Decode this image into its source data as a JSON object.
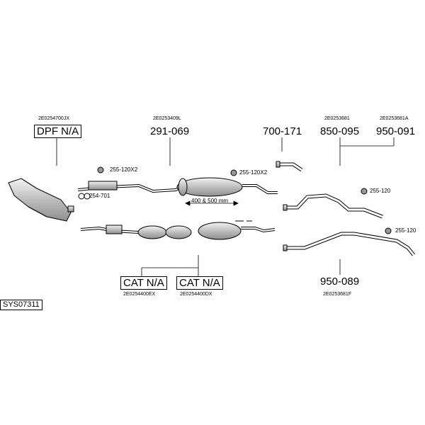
{
  "system_code": "SYS07311",
  "parts": {
    "dpf": {
      "oe": "2E0254700JX",
      "label": "DPF N/A"
    },
    "middle": {
      "oe": "2E0253409L",
      "label": "291-069"
    },
    "tailpipe": {
      "label": "700-171"
    },
    "rear_a": {
      "oe": "2E0253681",
      "label": "850-095"
    },
    "rear_b": {
      "oe": "2E0253681A",
      "label": "950-091"
    },
    "rear_c": {
      "oe": "2E0253681F",
      "label": "950-089"
    },
    "cat_a": {
      "oe": "2E0254400EX",
      "label": "CAT N/A"
    },
    "cat_b": {
      "oe": "2E0254400DX",
      "label": "CAT N/A"
    }
  },
  "accessories": {
    "clamp1": "255-120X2",
    "clamp2": "255-120X2",
    "gasket": "254-701",
    "hanger1": "255-120",
    "hanger2": "255-120"
  },
  "dimension_label": "400 & 500 mm",
  "colors": {
    "line": "#000000",
    "part_fill": "#d8d8d8",
    "background": "#ffffff"
  }
}
